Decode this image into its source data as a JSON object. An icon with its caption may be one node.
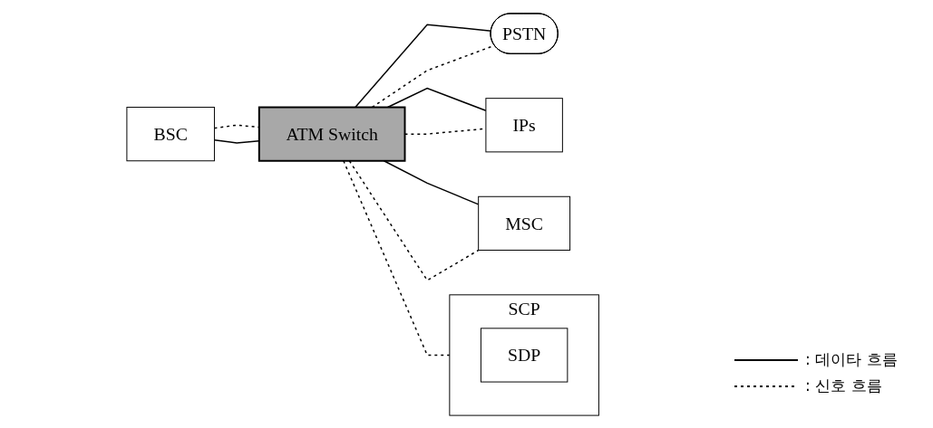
{
  "diagram": {
    "nodes": [
      {
        "text": [
          "SCP"
        ]
      },
      {
        "text": [
          "SDP"
        ],
        "in": 0
      },
      {
        "text": [
          "BSC"
        ]
      },
      {
        "text": [
          "ATM Switch"
        ]
      },
      {
        "text": [
          "PSTN"
        ]
      },
      {
        "text": [
          "IPs"
        ]
      },
      {
        "text": [
          "MSC"
        ]
      }
    ],
    "edges": [
      {
        "from": 3,
        "to": 0,
        "arrow": "none",
        "style": "dashed"
      },
      {
        "from": 2,
        "to": 3,
        "arrow": "none",
        "style": "dashed"
      },
      {
        "from": 2,
        "to": 3,
        "arrow": "none"
      },
      {
        "from": 3,
        "to": 4,
        "arrow": "none"
      },
      {
        "from": 3,
        "to": 4,
        "arrow": "none",
        "style": "dashed"
      },
      {
        "from": 3,
        "to": 5,
        "arrow": "none"
      },
      {
        "from": 3,
        "to": 5,
        "arrow": "none",
        "style": "dashed"
      },
      {
        "from": 3,
        "to": 6,
        "arrow": "none"
      },
      {
        "from": 3,
        "to": 6,
        "arrow": "none",
        "style": "dashed"
      }
    ],
    "legend": [
      {
        "text": ": 데이타 흐름"
      },
      {
        "text": ": 신호 흐름"
      }
    ]
  }
}
